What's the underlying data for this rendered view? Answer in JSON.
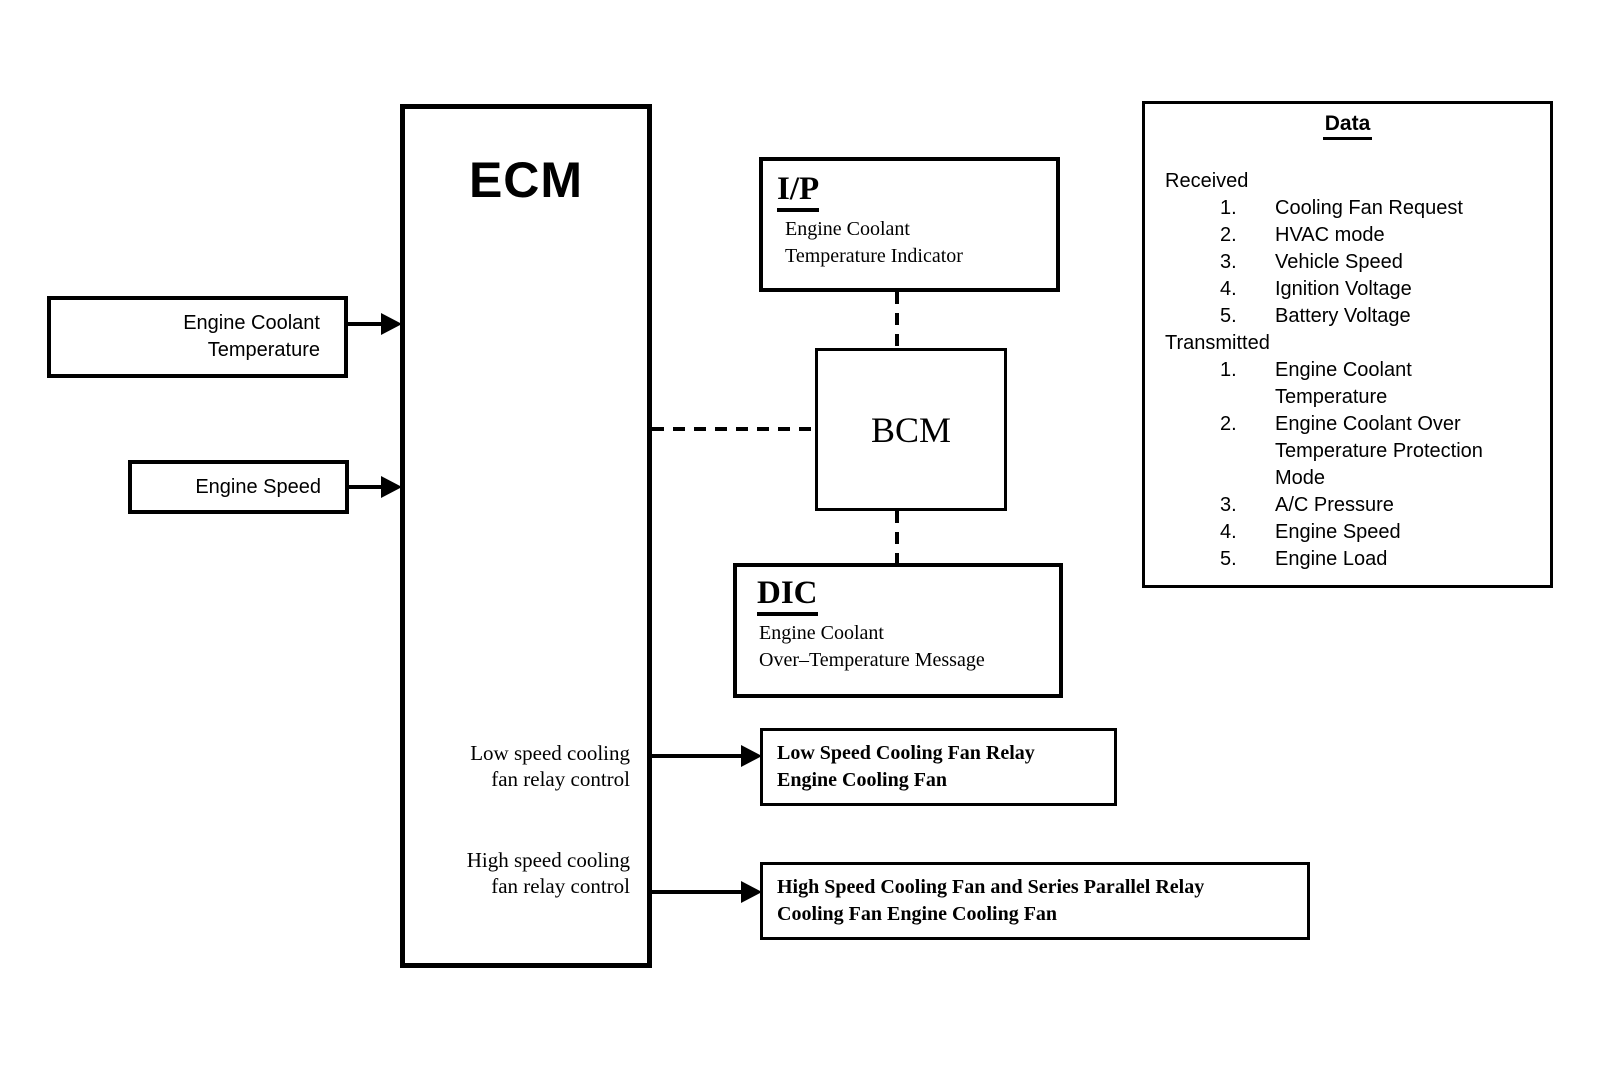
{
  "colors": {
    "ink": "#000000",
    "paper": "#ffffff"
  },
  "ecm": {
    "title": "ECM",
    "low_speed_control": {
      "line1": "Low speed cooling",
      "line2": "fan relay control"
    },
    "high_speed_control": {
      "line1": "High speed cooling",
      "line2": "fan relay control"
    }
  },
  "inputs": {
    "engine_coolant_temperature": {
      "line1": "Engine Coolant",
      "line2": "Temperature"
    },
    "engine_speed": {
      "label": "Engine Speed"
    }
  },
  "ip_cluster": {
    "title": "I/P",
    "line1": "Engine Coolant",
    "line2": "Temperature Indicator"
  },
  "bcm": {
    "title": "BCM"
  },
  "dic": {
    "title": "DIC",
    "line1": "Engine Coolant",
    "line2": "Over–Temperature Message"
  },
  "outputs": {
    "low_speed": {
      "line1": "Low Speed Cooling Fan Relay",
      "line2": "Engine Cooling Fan"
    },
    "high_speed": {
      "line1": "High Speed Cooling Fan and Series Parallel Relay",
      "line2": "Cooling Fan Engine Cooling Fan"
    }
  },
  "data_panel": {
    "title": "Data",
    "received_heading": "Received",
    "received_items": [
      {
        "num": "1.",
        "lines": [
          "Cooling Fan Request"
        ]
      },
      {
        "num": "2.",
        "lines": [
          "HVAC mode"
        ]
      },
      {
        "num": "3.",
        "lines": [
          "Vehicle Speed"
        ]
      },
      {
        "num": "4.",
        "lines": [
          "Ignition Voltage"
        ]
      },
      {
        "num": "5.",
        "lines": [
          "Battery Voltage"
        ]
      }
    ],
    "transmitted_heading": "Transmitted",
    "transmitted_items": [
      {
        "num": "1.",
        "lines": [
          "Engine Coolant",
          "Temperature"
        ]
      },
      {
        "num": "2.",
        "lines": [
          "Engine Coolant Over",
          "Temperature Protection",
          "Mode"
        ]
      },
      {
        "num": "3.",
        "lines": [
          "A/C Pressure"
        ]
      },
      {
        "num": "4.",
        "lines": [
          "Engine Speed"
        ]
      },
      {
        "num": "5.",
        "lines": [
          "Engine Load"
        ]
      }
    ]
  }
}
